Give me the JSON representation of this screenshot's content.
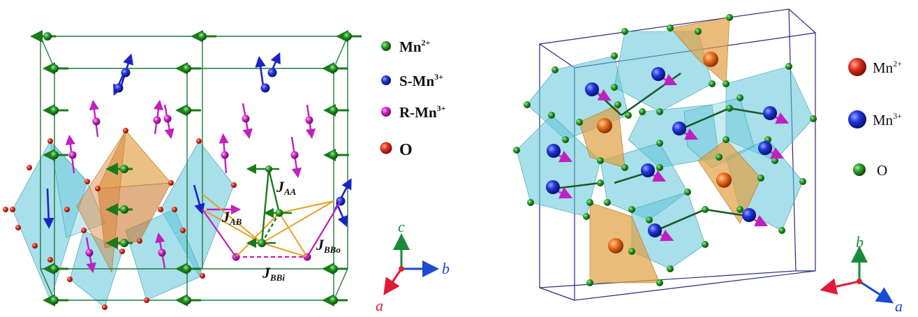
{
  "left_panel": {
    "legend": [
      {
        "base": "Mn",
        "sup": "2+",
        "color": "#1f8a1f",
        "icon": "green-sphere"
      },
      {
        "base": "S-Mn",
        "sup": "3+",
        "color": "#1a23c8",
        "icon": "blue-sphere"
      },
      {
        "base": "R-Mn",
        "sup": "3+",
        "color": "#d61fd0",
        "icon": "magenta-sphere"
      },
      {
        "base": "O",
        "sup": "",
        "color": "#e01a1a",
        "icon": "red-sphere"
      }
    ],
    "couplings": {
      "jaa": {
        "main": "J",
        "sub": "AA"
      },
      "jab": {
        "main": "J",
        "sub": "AB"
      },
      "jbbo": {
        "main": "J",
        "sub": "BBo"
      },
      "jbbi": {
        "main": "J",
        "sub": "BBi"
      }
    },
    "axes": {
      "c": "c",
      "b": "b",
      "a": "a"
    }
  },
  "right_panel": {
    "legend": [
      {
        "base": "Mn",
        "sup": "2+",
        "color": "#e0281a",
        "icon": "red-sphere"
      },
      {
        "base": "Mn",
        "sup": "3+",
        "color": "#1a2ad6",
        "icon": "blue-sphere"
      },
      {
        "base": "O",
        "sup": "",
        "color": "#1f8a1f",
        "icon": "green-sphere"
      }
    ],
    "axes": {
      "b": "b",
      "a": "a"
    }
  },
  "colors": {
    "octahedron": "#5ec4d8",
    "tetrahedron": "#e0a040",
    "cell_edge": "#2a2a80",
    "bond_green": "#1a6e1a",
    "bond_orange": "#e8a020",
    "bond_magenta": "#c020b8"
  }
}
